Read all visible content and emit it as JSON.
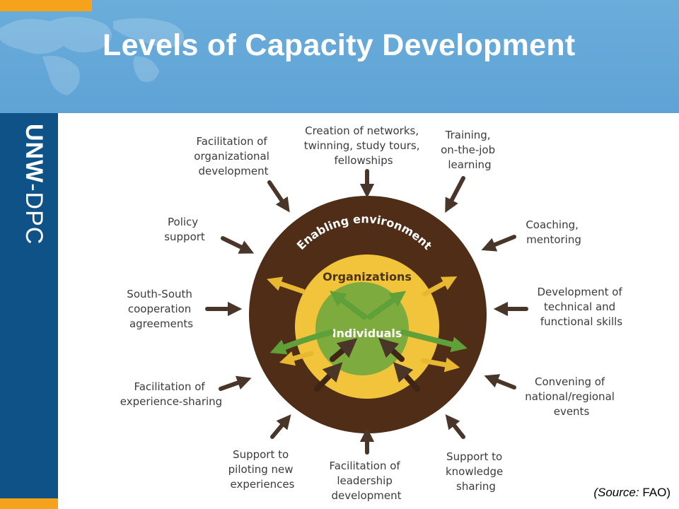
{
  "header": {
    "title": "Levels of Capacity Development"
  },
  "sidebar": {
    "brand_bold": "UNW",
    "brand_rest": "-DPC"
  },
  "diagram": {
    "outer_ring_label": "Enabling environment",
    "middle_ring_label": "Organizations",
    "inner_label": "Individuals",
    "colors": {
      "outer": "#4f2d17",
      "middle": "#f2c43c",
      "inner": "#7dab3e",
      "arrow_outer": "#4a3628",
      "arrow_inner": "#e8b830",
      "arrow_green": "#5fa038"
    },
    "labels": [
      {
        "id": "facilitation-org-dev",
        "lines": [
          "Facilitation of",
          "organizational",
          "development"
        ]
      },
      {
        "id": "creation-networks",
        "lines": [
          "Creation of networks,",
          "twinning, study tours,",
          "fellowships"
        ]
      },
      {
        "id": "training",
        "lines": [
          "Training,",
          "on-the-job",
          "learning"
        ]
      },
      {
        "id": "policy-support",
        "lines": [
          "Policy",
          "support"
        ]
      },
      {
        "id": "coaching",
        "lines": [
          "Coaching,",
          "mentoring"
        ]
      },
      {
        "id": "south-south",
        "lines": [
          "South-South",
          "cooperation",
          "agreements"
        ]
      },
      {
        "id": "technical-skills",
        "lines": [
          "Development of",
          "technical and",
          "functional skills"
        ]
      },
      {
        "id": "experience-sharing",
        "lines": [
          "Facilitation of",
          "experience-sharing"
        ]
      },
      {
        "id": "convening-events",
        "lines": [
          "Convening of",
          "national/regional",
          "events"
        ]
      },
      {
        "id": "piloting",
        "lines": [
          "Support to",
          "piloting new",
          "experiences"
        ]
      },
      {
        "id": "leadership",
        "lines": [
          "Facilitation of",
          "leadership",
          "development"
        ]
      },
      {
        "id": "knowledge-sharing",
        "lines": [
          "Support to",
          "knowledge",
          "sharing"
        ]
      }
    ]
  },
  "footer": {
    "source_label": "(Source:",
    "source_value": "FAO)"
  }
}
